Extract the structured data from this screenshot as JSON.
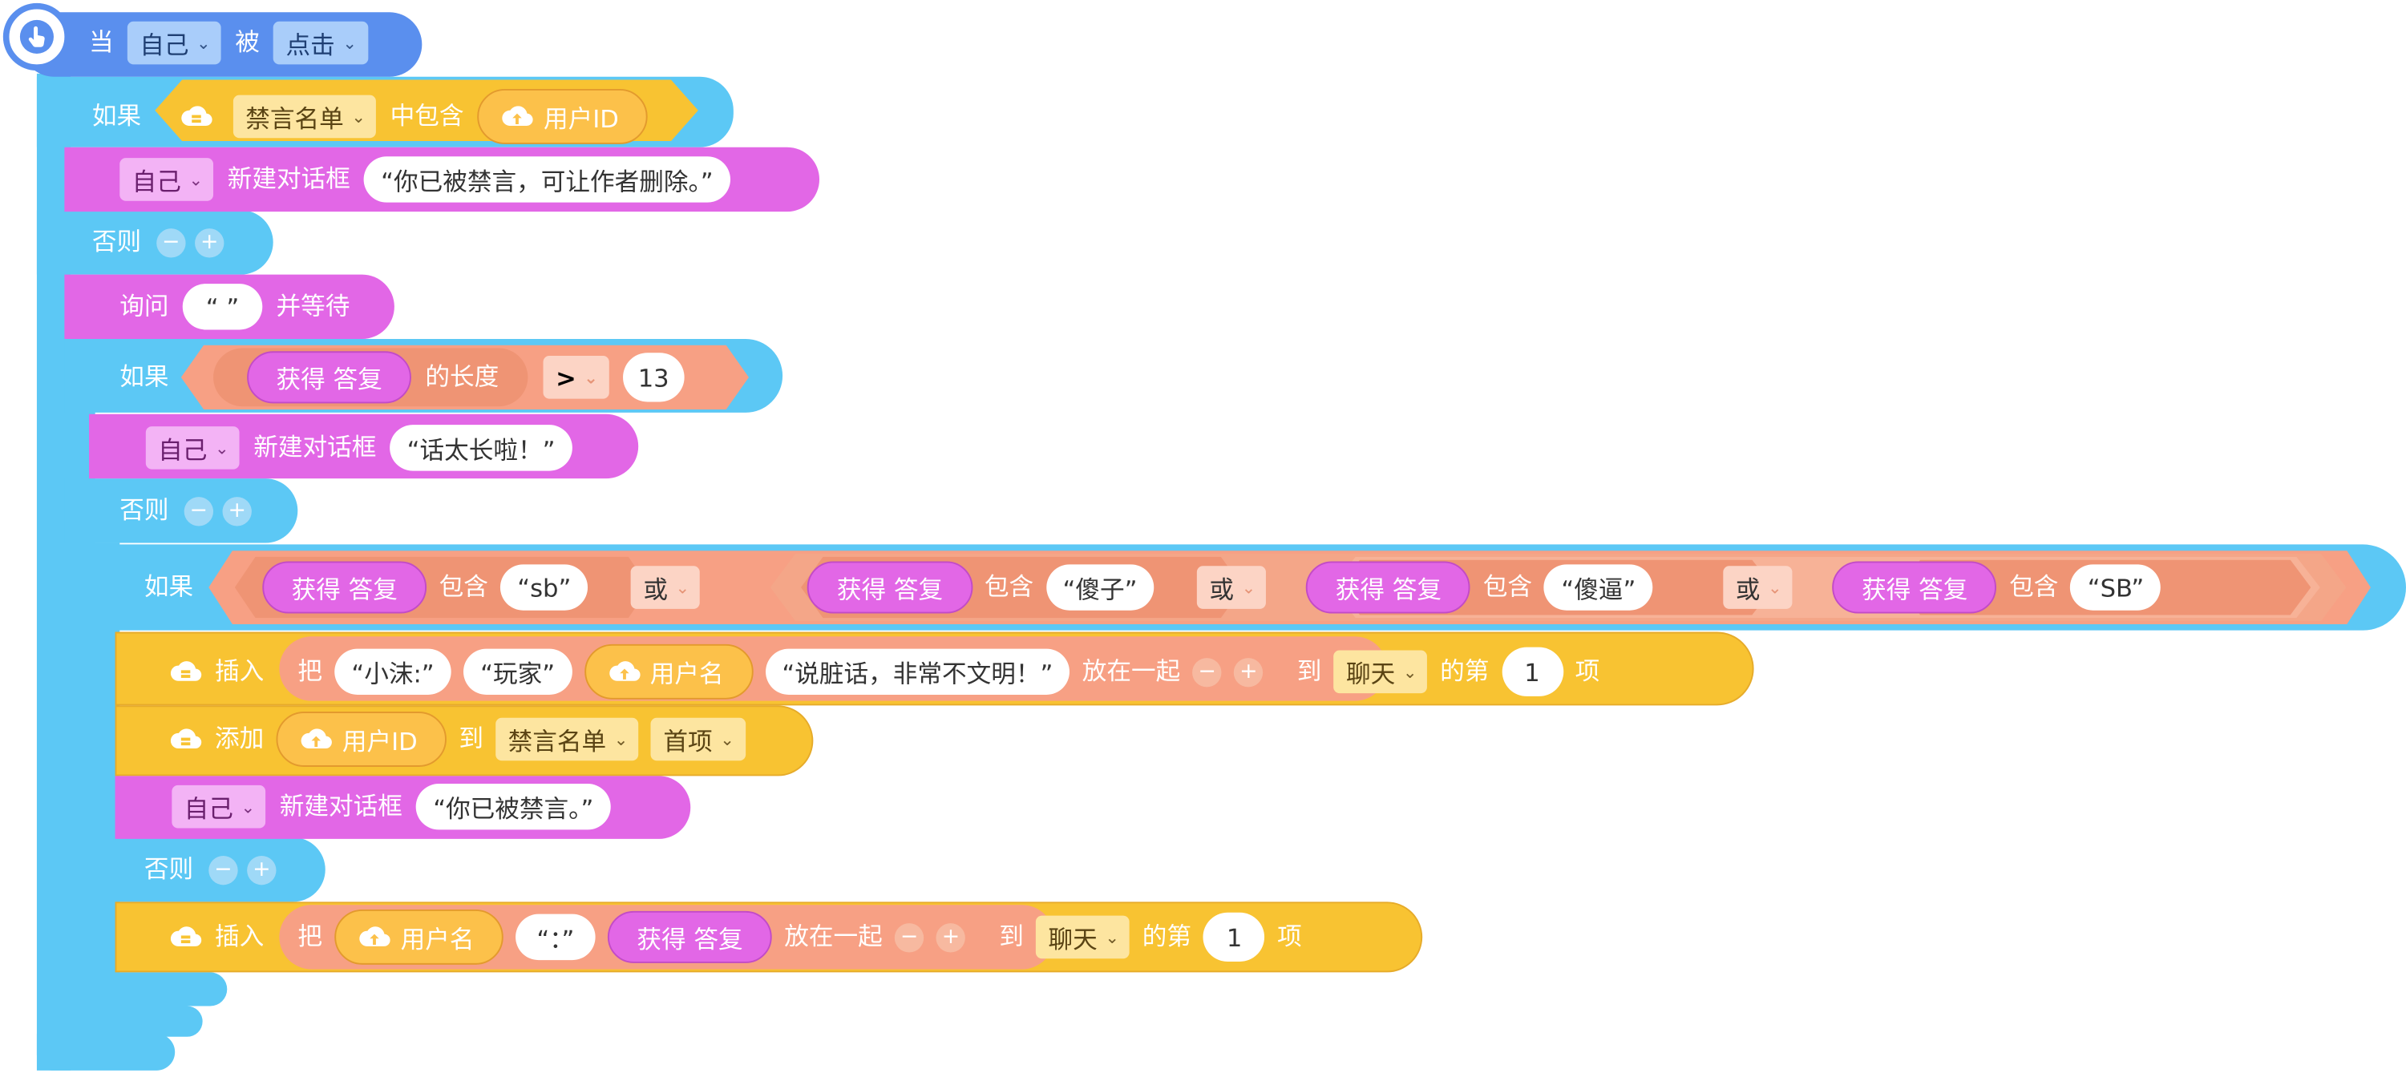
{
  "colors": {
    "event_blue": "#5a8fee",
    "control_blue": "#5cc8f5",
    "looks_magenta": "#e267e6",
    "operator_salmon": "#f7a084",
    "cloud_yellow": "#f8c332"
  },
  "icons": {
    "hat": "pointer-hand-icon",
    "cloud_db": "cloud-database-icon",
    "cloud_var": "cloud-upload-icon",
    "dropdown": "chevron-down-icon"
  },
  "event": {
    "when": "当",
    "target": "自己",
    "is": "被",
    "action": "点击"
  },
  "if1": {
    "label": "如果",
    "list": "禁言名单",
    "contains": "中包含",
    "var": "用户ID"
  },
  "dialog1": {
    "target": "自己",
    "action": "新建对话框",
    "text": "“你已被禁言，可让作者删除。”"
  },
  "else1": {
    "label": "否则"
  },
  "ask": {
    "label": "询问",
    "text": "“ ”",
    "wait": "并等待"
  },
  "if2": {
    "label": "如果",
    "answer": "获得 答复",
    "length": "的长度",
    "op": ">",
    "value": "13"
  },
  "dialog2": {
    "target": "自己",
    "action": "新建对话框",
    "text": "“话太长啦！”"
  },
  "else2": {
    "label": "否则"
  },
  "if3": {
    "label": "如果",
    "or": "或",
    "conds": [
      {
        "answer": "获得 答复",
        "contains": "包含",
        "text": "“sb”"
      },
      {
        "answer": "获得 答复",
        "contains": "包含",
        "text": "“傻子”"
      },
      {
        "answer": "获得 答复",
        "contains": "包含",
        "text": "“傻逼”"
      },
      {
        "answer": "获得 答复",
        "contains": "包含",
        "text": "“SB”"
      }
    ]
  },
  "insert1": {
    "label": "插入",
    "put": "把",
    "s1": "“小沫:”",
    "s2": "“玩家”",
    "var": "用户名",
    "s3": "“说脏话，非常不文明！”",
    "join": "放在一起",
    "to": "到",
    "list": "聊天",
    "nth": "的第",
    "index": "1",
    "item": "项"
  },
  "add1": {
    "label": "添加",
    "var": "用户ID",
    "to": "到",
    "list": "禁言名单",
    "pos": "首项"
  },
  "dialog3": {
    "target": "自己",
    "action": "新建对话框",
    "text": "“你已被禁言。”"
  },
  "else3": {
    "label": "否则"
  },
  "insert2": {
    "label": "插入",
    "put": "把",
    "var": "用户名",
    "s1": "“：”",
    "answer": "获得 答复",
    "join": "放在一起",
    "to": "到",
    "list": "聊天",
    "nth": "的第",
    "index": "1",
    "item": "项"
  }
}
